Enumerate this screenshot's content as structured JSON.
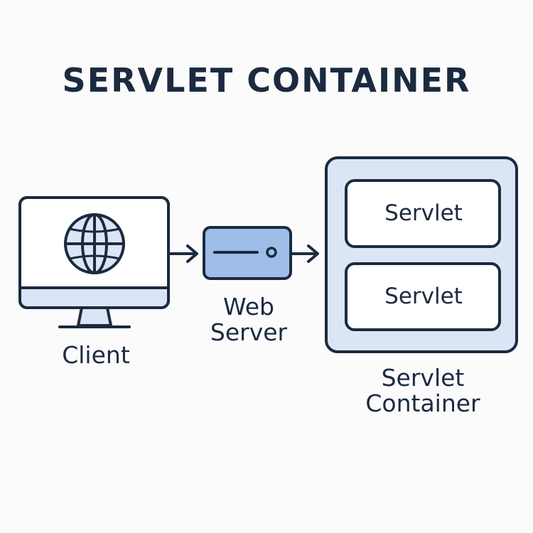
{
  "title": "SERVLET CONTAINER",
  "nodes": {
    "client": {
      "label": "Client",
      "icon": "globe-monitor-icon"
    },
    "web_server": {
      "label_line1": "Web",
      "label_line2": "Server",
      "icon": "server-icon"
    },
    "servlet_container": {
      "label_line1": "Servlet",
      "label_line2": "Container",
      "servlets": [
        "Servlet",
        "Servlet"
      ]
    }
  },
  "edges": [
    {
      "from": "client",
      "to": "web_server"
    },
    {
      "from": "web_server",
      "to": "servlet_container"
    }
  ],
  "colors": {
    "stroke": "#1b2a3f",
    "fill_light": "#dbe5f6",
    "fill_accent": "#9fbde9",
    "background": "#fbfbfc",
    "white": "#ffffff"
  }
}
